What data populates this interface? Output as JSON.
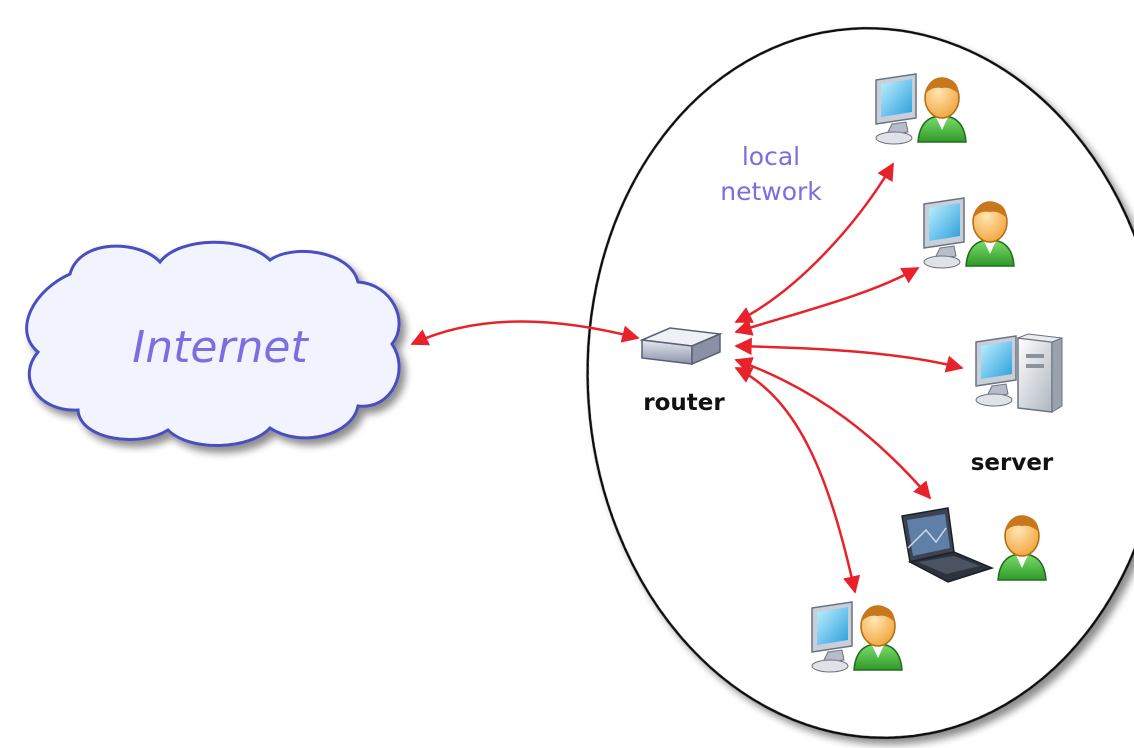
{
  "labels": {
    "internet": "Internet",
    "local_network_line1": "local",
    "local_network_line2": "network",
    "router": "router",
    "server": "server"
  },
  "colors": {
    "arrow": "#e8222b",
    "cloud_text": "#7a6ee0",
    "network_text": "#7a6ee0",
    "device_text": "#111111",
    "cloud_fill": "#f1f3ff",
    "cloud_stroke": "#4b4ec0",
    "ellipse_stroke": "#111111"
  },
  "icons": {
    "router": "router-icon",
    "workstation_user": "workstation-user-icon",
    "server": "server-icon",
    "laptop_user": "laptop-user-icon"
  }
}
